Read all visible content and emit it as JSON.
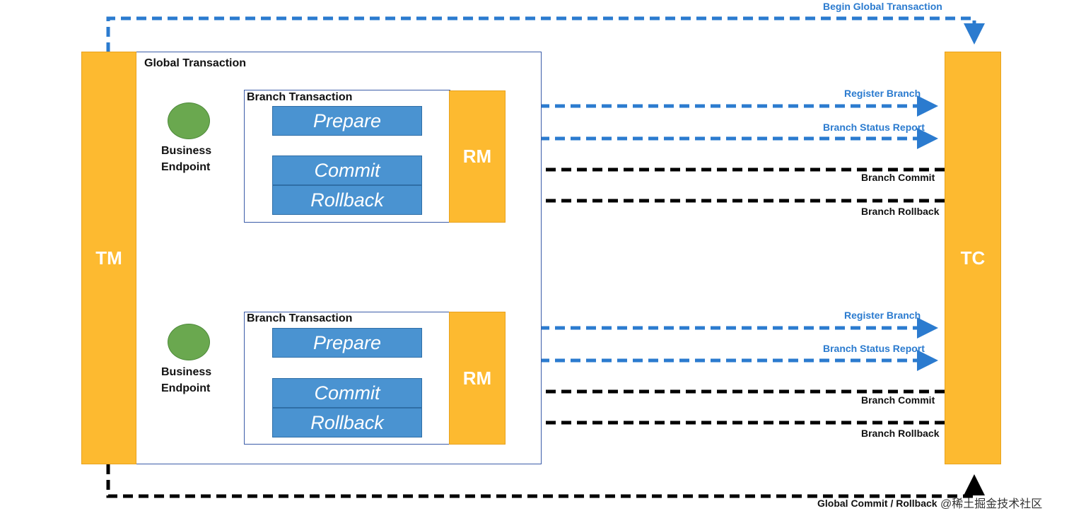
{
  "diagram": {
    "tm_label": "TM",
    "tc_label": "TC",
    "rm_label": "RM",
    "global_transaction_label": "Global Transaction",
    "branch_transaction_label": "Branch Transaction",
    "business_endpoint_label": [
      "Business",
      "Endpoint"
    ],
    "steps": {
      "prepare": "Prepare",
      "commit": "Commit",
      "rollback": "Rollback"
    },
    "arrows": {
      "begin_global": "Begin Global Transaction",
      "register_branch": "Register Branch",
      "branch_status_report": "Branch Status Report",
      "branch_commit": "Branch Commit",
      "branch_rollback": "Branch Rollback",
      "global_commit_rollback": "Global Commit / Rollback"
    },
    "watermark": "@稀土掘金技术社区",
    "colors": {
      "component": "#FDBA30",
      "step": "#4A93D1",
      "endpoint": "#6AA84F",
      "control_flow": "#2B7BCF",
      "callback_flow": "#000000",
      "invoke_flow": "#FF2A2A"
    }
  }
}
